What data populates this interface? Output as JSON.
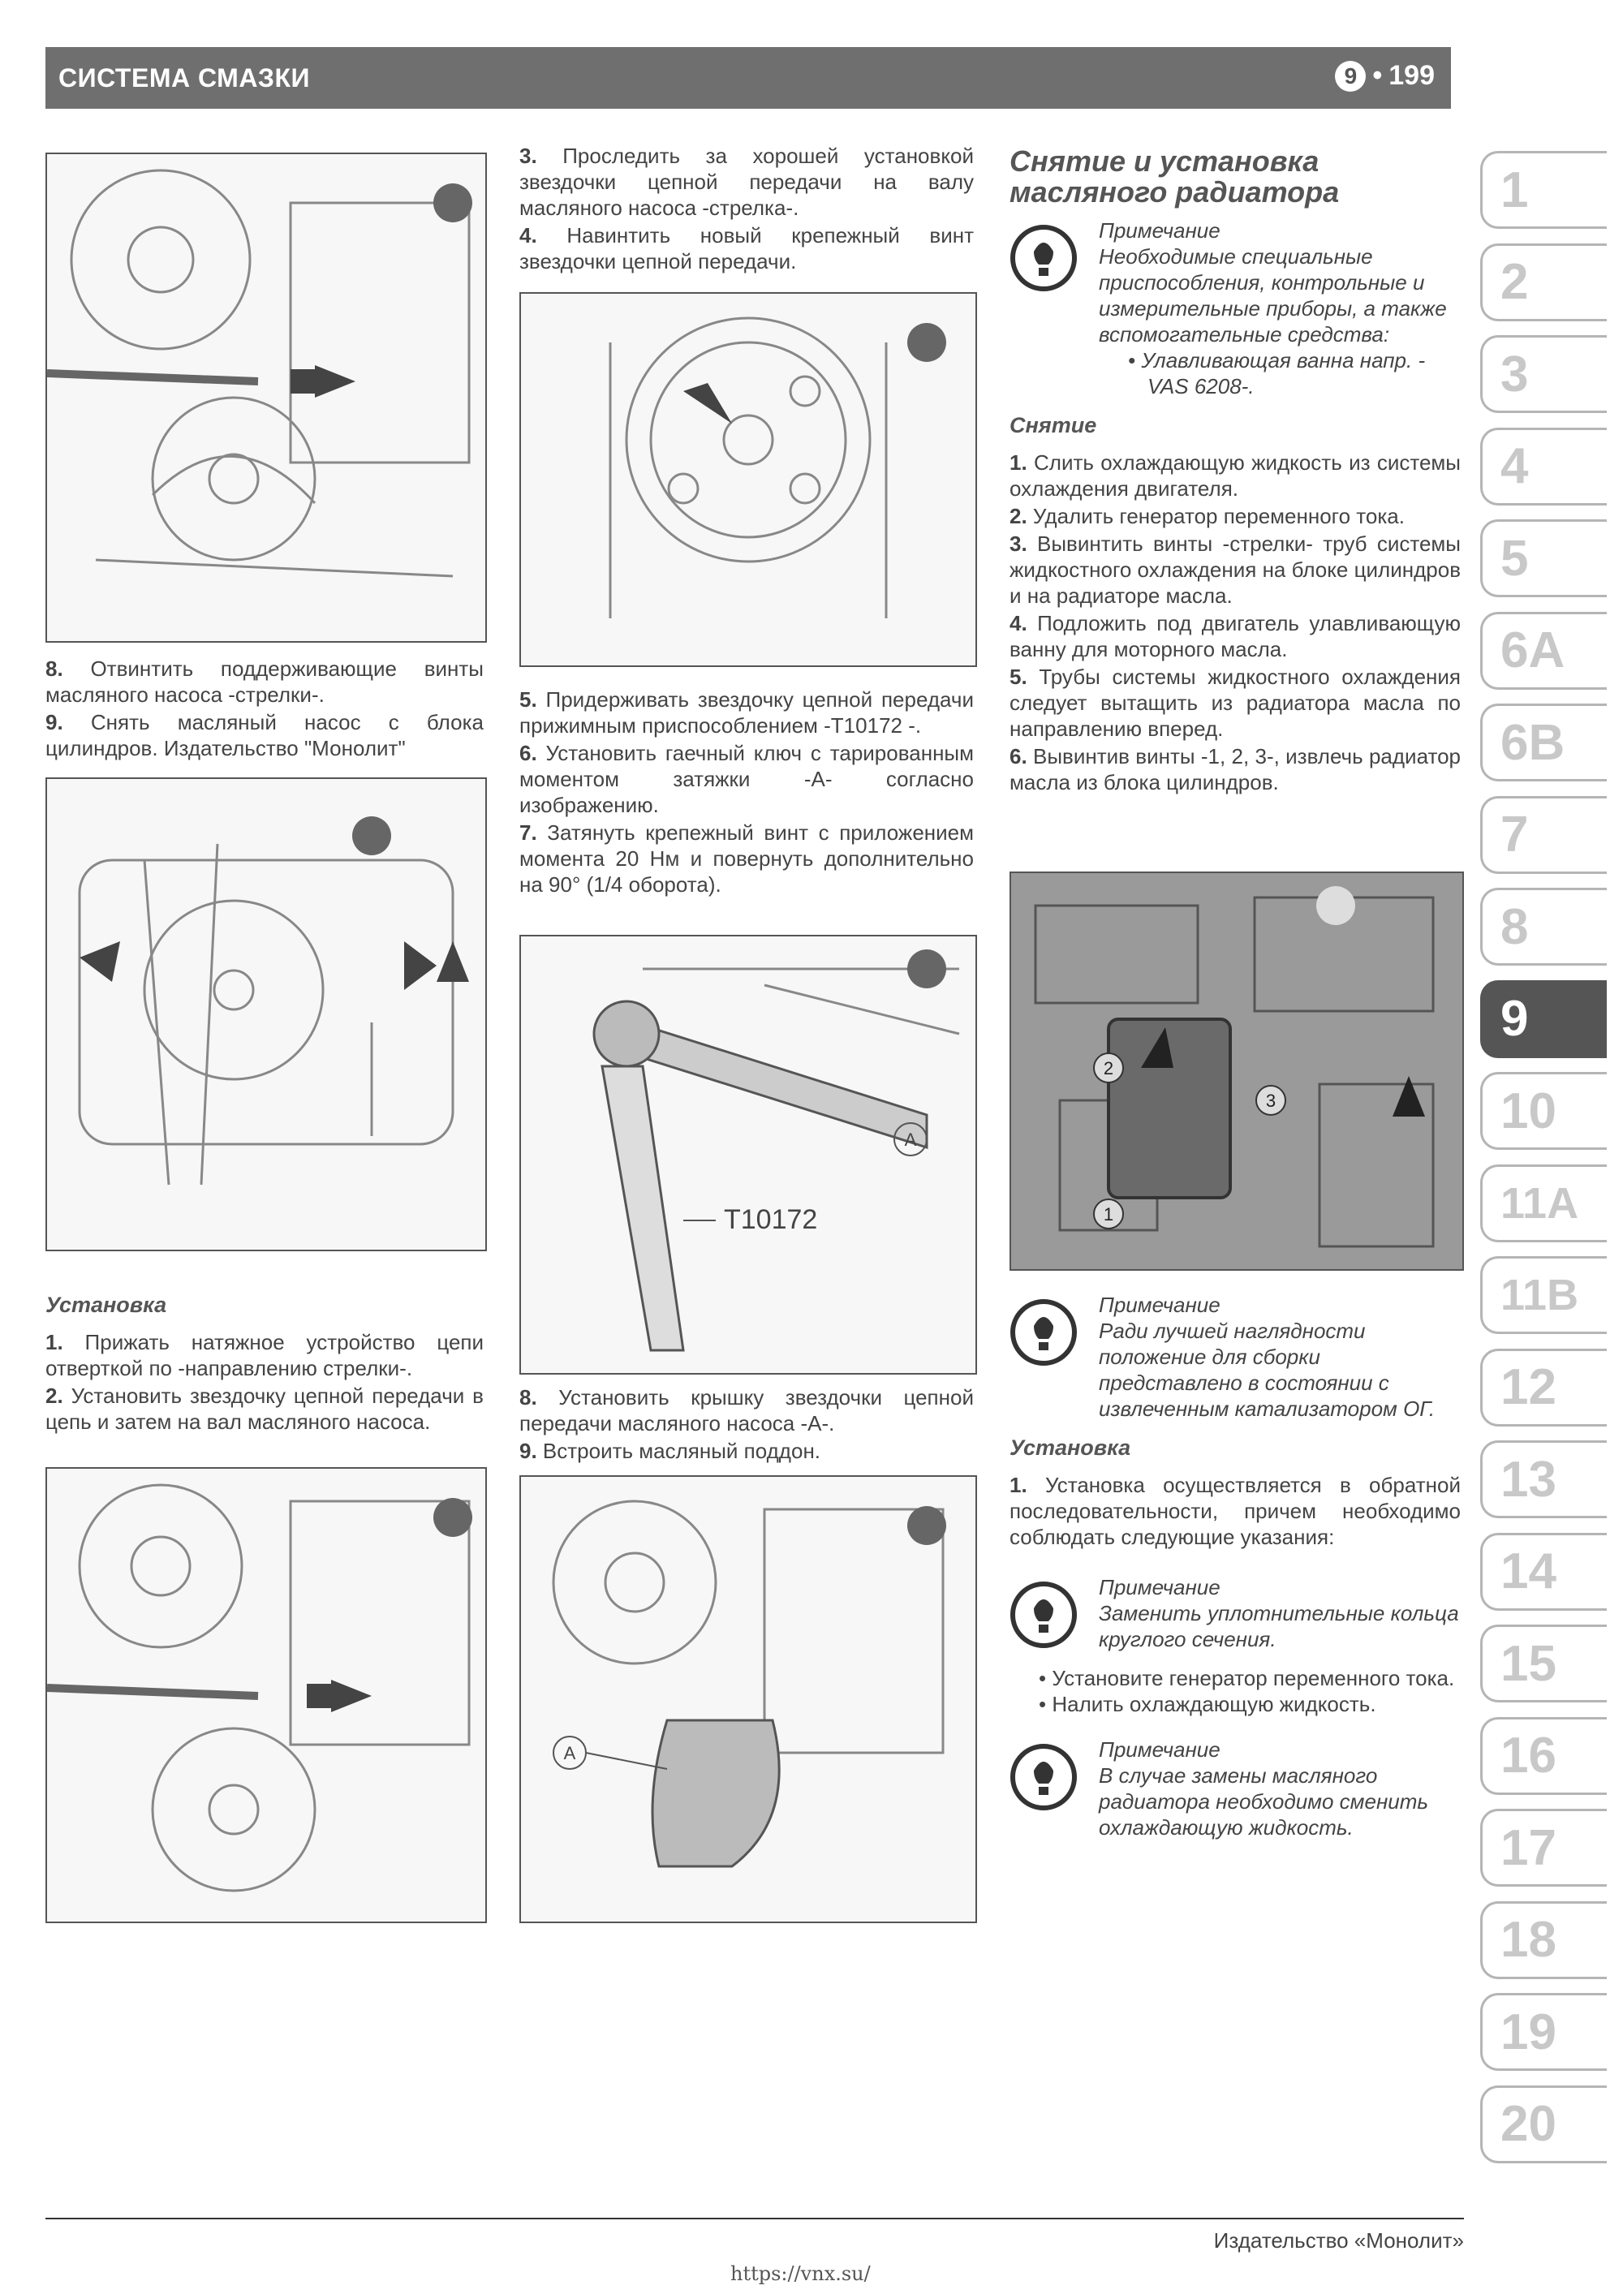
{
  "header": {
    "title": "СИСТЕМА СМАЗКИ",
    "chapter": "9",
    "separator": "•",
    "page": "199"
  },
  "col1": {
    "p8": {
      "num": "8.",
      "text": "Отвинтить поддерживающие винты масляного насоса -стрелки-."
    },
    "p9": {
      "num": "9.",
      "text": "Снять масляный насос с блока цилиндров. Издательство \"Монолит\""
    },
    "install_heading": "Установка",
    "p1": {
      "num": "1.",
      "text": "Прижать натяжное устройство цепи отверткой по -направлению стрелки-."
    },
    "p2": {
      "num": "2.",
      "text": "Установить звездочку цепной передачи в цепь и затем на вал масляного насоса."
    }
  },
  "col2": {
    "p3": {
      "num": "3.",
      "text": "Проследить за хорошей установкой звездочки цепной передачи на валу масляного насоса -стрелка-."
    },
    "p4": {
      "num": "4.",
      "text": "Навинтить новый крепежный винт звездочки цепной передачи."
    },
    "p5": {
      "num": "5.",
      "text": "Придерживать звездочку цепной передачи прижимным приспособлением -T10172 -."
    },
    "p6": {
      "num": "6.",
      "text": "Установить гаечный ключ с тарированным моментом затяжки -А- согласно изображению."
    },
    "p7": {
      "num": "7.",
      "text": "Затянуть крепежный винт с приложением момента 20 Нм и повернуть дополнительно на 90° (1/4 оборота)."
    },
    "p8": {
      "num": "8.",
      "text": "Установить крышку звездочки цепной передачи масляного насоса -А-."
    },
    "p9": {
      "num": "9.",
      "text": "Встроить масляный поддон."
    },
    "fig_label_a": "A",
    "fig_label_tool": "T10172",
    "fig_label_a2": "A"
  },
  "col3": {
    "title": "Снятие и установка масляного радиатора",
    "note1": {
      "head": "Примечание",
      "text": "Необходимые специальные приспособления, контрольные и измерительные приборы, а также вспомогательные средства:",
      "bullet": "• Улавливающая ванна напр. -VAS 6208-."
    },
    "removal_heading": "Снятие",
    "r1": {
      "num": "1.",
      "text": "Слить охлаждающую жидкость из системы охлаждения двигателя."
    },
    "r2": {
      "num": "2.",
      "text": "Удалить генератор переменного тока."
    },
    "r3": {
      "num": "3.",
      "text": "Вывинтить винты -стрелки- труб системы жидкостного охлаждения на блоке цилиндров и на радиаторе масла."
    },
    "r4": {
      "num": "4.",
      "text": "Подложить под двигатель улавливающую ванну для моторного масла."
    },
    "r5": {
      "num": "5.",
      "text": "Трубы системы жидкостного охлаждения следует вытащить из радиатора масла по направлению вперед."
    },
    "r6": {
      "num": "6.",
      "text": "Вывинтив винты -1, 2, 3-, извлечь радиатор масла из блока цилиндров."
    },
    "fig_labels": [
      "1",
      "2",
      "3"
    ],
    "note2": {
      "head": "Примечание",
      "text": "Ради лучшей наглядности положение для сборки представлено в состоянии с извлеченным катализатором ОГ."
    },
    "install_heading": "Установка",
    "i1": {
      "num": "1.",
      "text": "Установка осуществляется в обратной последовательности, причем необходимо соблюдать следующие указания:"
    },
    "note3": {
      "head": "Примечание",
      "text": "Заменить уплотнительные кольца круглого сечения."
    },
    "b1": "• Установите генератор переменного тока.",
    "b2": "• Налить охлаждающую жидкость.",
    "note4": {
      "head": "Примечание",
      "text": "В случае замены масляного радиатора необходимо сменить охлаждающую жидкость."
    }
  },
  "tabs": [
    "1",
    "2",
    "3",
    "4",
    "5",
    "6A",
    "6B",
    "7",
    "8",
    "9",
    "10",
    "11A",
    "11B",
    "12",
    "13",
    "14",
    "15",
    "16",
    "17",
    "18",
    "19",
    "20"
  ],
  "active_tab": "9",
  "footer": {
    "publisher": "Издательство «Монолит»",
    "url": "https://vnx.su/"
  }
}
